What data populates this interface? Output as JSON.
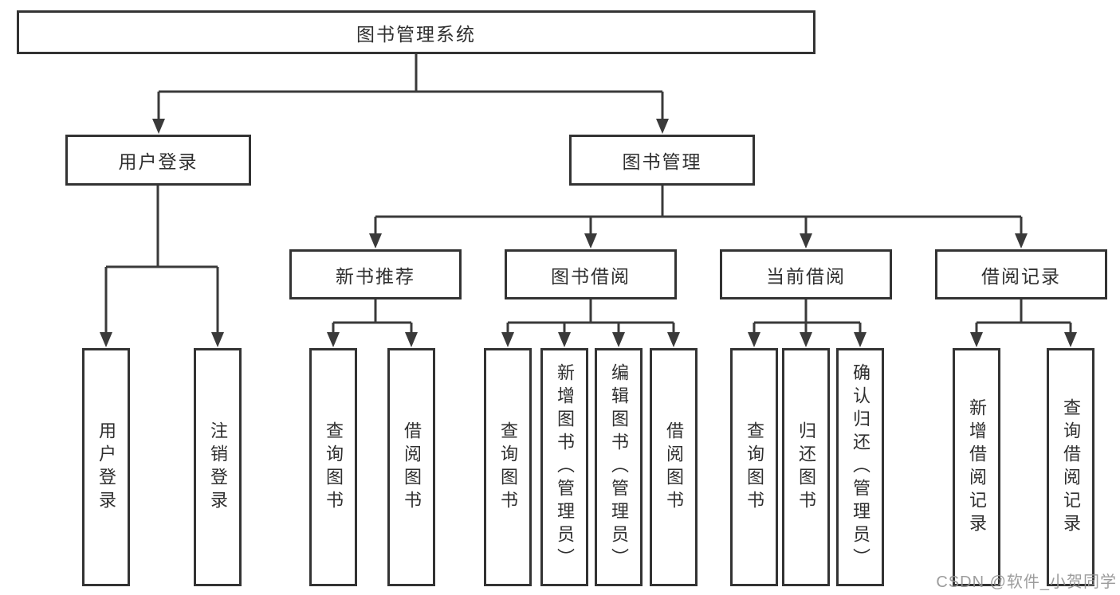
{
  "diagram": {
    "root": {
      "label": "图书管理系统"
    },
    "level2": [
      {
        "label": "用户登录",
        "children": [
          {
            "label": "用户登录"
          },
          {
            "label": "注销登录"
          }
        ]
      },
      {
        "label": "图书管理",
        "children": [
          {
            "label": "新书推荐",
            "children": [
              {
                "label": "查询图书"
              },
              {
                "label": "借阅图书"
              }
            ]
          },
          {
            "label": "图书借阅",
            "children": [
              {
                "label": "查询图书"
              },
              {
                "label": "新增图书（管理员）"
              },
              {
                "label": "编辑图书（管理员）"
              },
              {
                "label": "借阅图书"
              }
            ]
          },
          {
            "label": "当前借阅",
            "children": [
              {
                "label": "查询图书"
              },
              {
                "label": "归还图书"
              },
              {
                "label": "确认归还（管理员）"
              }
            ]
          },
          {
            "label": "借阅记录",
            "children": [
              {
                "label": "新增借阅记录"
              },
              {
                "label": "查询借阅记录"
              }
            ]
          }
        ]
      }
    ]
  },
  "watermark": {
    "text": "CSDN @软件_小贺同学"
  },
  "colors": {
    "line": "#3a3a3a",
    "box_border": "#333333",
    "text": "#2f2f2f",
    "watermark": "#949494",
    "background": "#ffffff"
  }
}
